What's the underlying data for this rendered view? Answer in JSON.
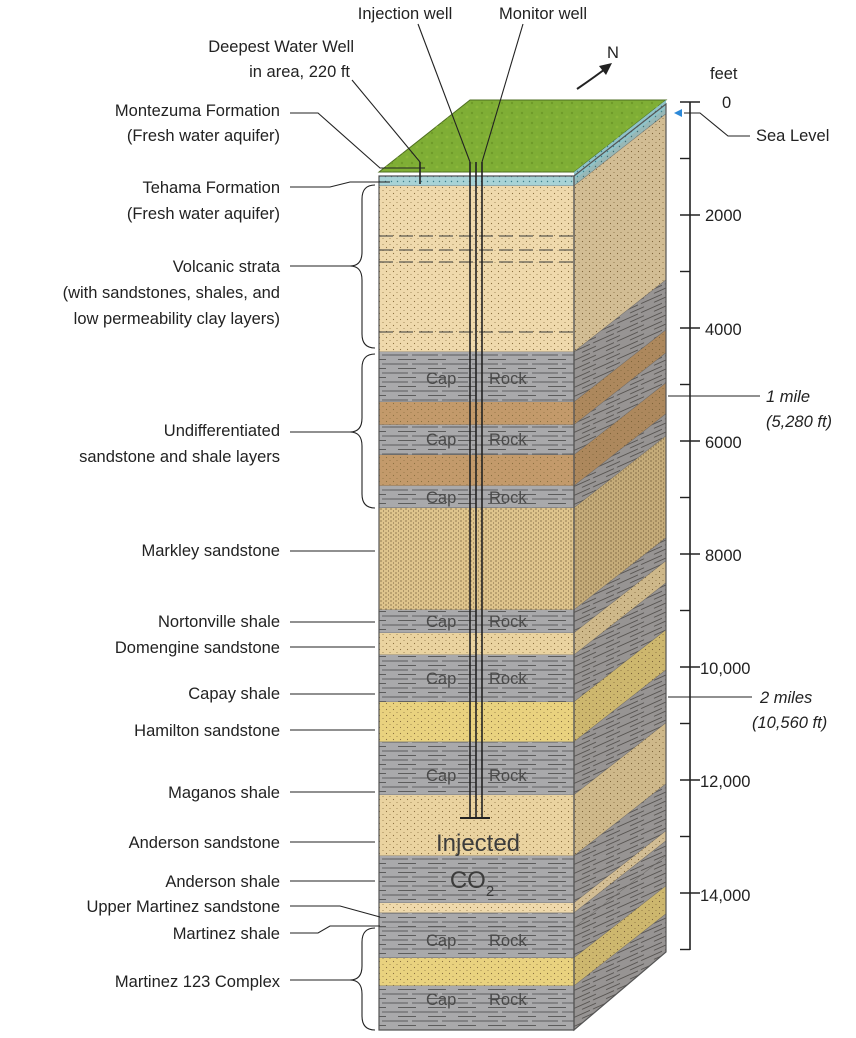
{
  "well_labels": {
    "injection": "Injection well",
    "monitor": "Monitor well",
    "deepest_1": "Deepest Water Well",
    "deepest_2": "in area, 220 ft"
  },
  "north_label": "N",
  "scale": {
    "unit": "feet",
    "zero": "0",
    "sea_level": "Sea Level",
    "ticks": [
      "2000",
      "4000",
      "6000",
      "8000",
      "10,000",
      "12,000",
      "14,000"
    ],
    "mile1_line1": "1 mile",
    "mile1_line2": "(5,280 ft)",
    "mile2_line1": "2 miles",
    "mile2_line2": "(10,560 ft)"
  },
  "formations": {
    "montezuma_1": "Montezuma Formation",
    "montezuma_2": "(Fresh water aquifer)",
    "tehama_1": "Tehama Formation",
    "tehama_2": "(Fresh water aquifer)",
    "volcanic_1": "Volcanic strata",
    "volcanic_2": "(with sandstones, shales, and",
    "volcanic_3": "low permeability clay layers)",
    "undiff_1": "Undifferentiated",
    "undiff_2": "sandstone and shale layers",
    "markley": "Markley sandstone",
    "nortonville": "Nortonville shale",
    "domengine": "Domengine sandstone",
    "capay": "Capay shale",
    "hamilton": "Hamilton sandstone",
    "maganos": "Maganos shale",
    "anderson_ss": "Anderson sandstone",
    "anderson_sh": "Anderson shale",
    "upper_martinez": "Upper Martinez sandstone",
    "martinez_shale": "Martinez shale",
    "martinez_complex": "Martinez 123 Complex"
  },
  "cap_rock": {
    "cap": "Cap",
    "rock": "Rock"
  },
  "injected": {
    "line1": "Injected",
    "co": "CO",
    "sub": "2"
  }
}
